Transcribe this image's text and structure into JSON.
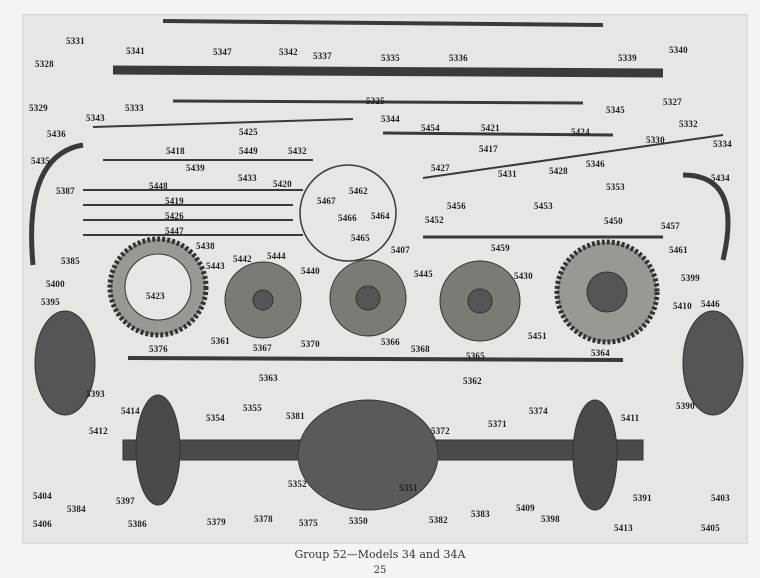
{
  "caption": "Group 52—Models 34 and 34A",
  "page_number": "25",
  "part_labels": [
    "5331",
    "5341",
    "5347",
    "5342",
    "5337",
    "5335",
    "5336",
    "5339",
    "5340",
    "5328",
    "5329",
    "5333",
    "5325",
    "5343",
    "5345",
    "5327",
    "5332",
    "5436",
    "5344",
    "5454",
    "5421",
    "5424",
    "5330",
    "5334",
    "5425",
    "5418",
    "5449",
    "5432",
    "5417",
    "5435",
    "5427",
    "5431",
    "5428",
    "5346",
    "5439",
    "5433",
    "5420",
    "5434",
    "5353",
    "5387",
    "5448",
    "5462",
    "5467",
    "5419",
    "5456",
    "5453",
    "5464",
    "5466",
    "5426",
    "5452",
    "5450",
    "5457",
    "5447",
    "5465",
    "5438",
    "5442",
    "5444",
    "5407",
    "5459",
    "5461",
    "5385",
    "5443",
    "5440",
    "5445",
    "5430",
    "5399",
    "5400",
    "5395",
    "5423",
    "5446",
    "5410",
    "5361",
    "5367",
    "5370",
    "5366",
    "5368",
    "5365",
    "5451",
    "5364",
    "5376",
    "5363",
    "5362",
    "5393",
    "5414",
    "5354",
    "5355",
    "5381",
    "5372",
    "5371",
    "5374",
    "5390",
    "5411",
    "5412",
    "5352",
    "5351",
    "5397",
    "5391",
    "5404",
    "5384",
    "5403",
    "5386",
    "5379",
    "5378",
    "5375",
    "5350",
    "5382",
    "5383",
    "5409",
    "5398",
    "5413",
    "5405",
    "5406"
  ]
}
